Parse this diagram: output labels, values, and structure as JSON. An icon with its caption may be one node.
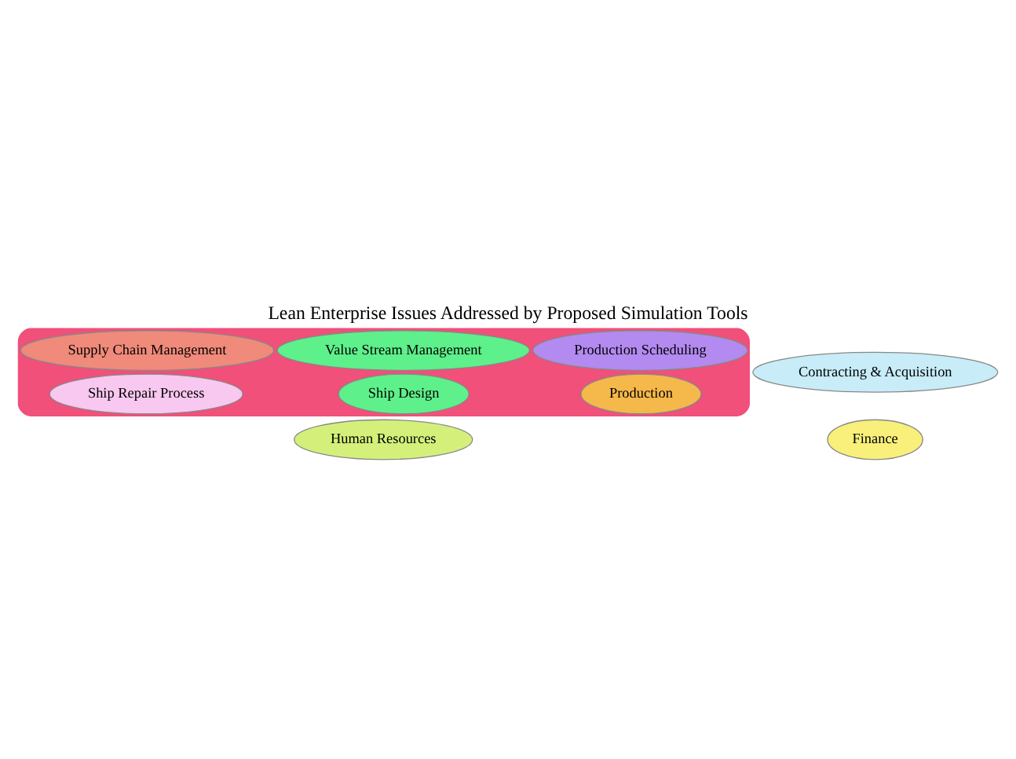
{
  "diagram": {
    "title": "Lean Enterprise Issues Addressed by Proposed Simulation Tools",
    "nodes": [
      {
        "text": [],
        "shape": "cloud"
      },
      {
        "text": [
          "Production"
        ],
        "in": 0
      },
      {
        "text": [
          "Ship Design"
        ],
        "in": 0
      },
      {
        "text": [
          "Human Resources"
        ]
      },
      {
        "text": [
          "Supply Chain Management"
        ],
        "in": 0
      },
      {
        "text": [
          "Production Scheduling"
        ],
        "in": 0
      },
      {
        "text": [
          "Value Stream Management"
        ],
        "in": 0
      },
      {
        "text": [
          "Contracting & Acquisition"
        ]
      },
      {
        "text": [
          "Finance"
        ]
      },
      {
        "text": [
          "Ship Repair Process"
        ],
        "in": 0
      }
    ],
    "edges": []
  }
}
